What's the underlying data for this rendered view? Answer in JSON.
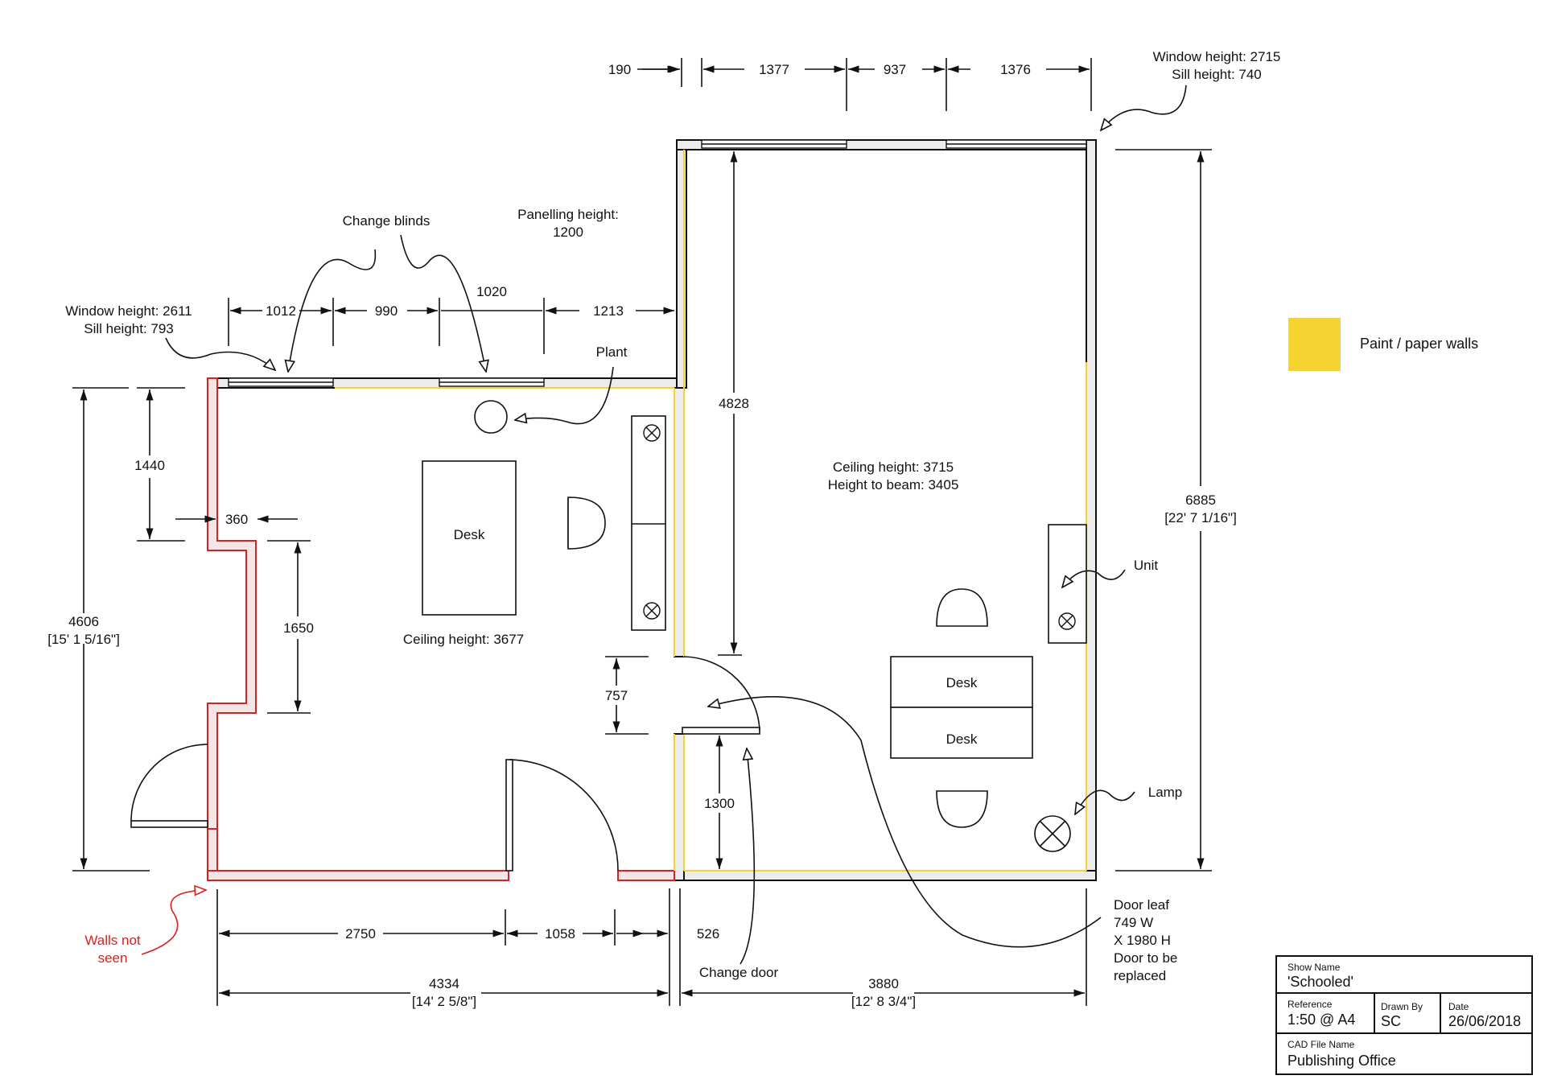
{
  "dims": {
    "w190": "190",
    "w1377": "1377",
    "w937": "937",
    "w1376": "1376",
    "w1012": "1012",
    "w990": "990",
    "w1020": "1020",
    "w1213": "1213",
    "h1440": "1440",
    "h360": "360",
    "h1650": "1650",
    "h4606": "4606",
    "h4606_imp": "[15' 1 5/16\"]",
    "h4828": "4828",
    "h757": "757",
    "h1300": "1300",
    "h6885": "6885",
    "h6885_imp": "[22' 7 1/16\"]",
    "w2750": "2750",
    "w1058": "1058",
    "w526": "526",
    "w4334": "4334",
    "w4334_imp": "[14' 2 5/8\"]",
    "w3880": "3880",
    "w3880_imp": "[12' 8 3/4\"]"
  },
  "notes": {
    "window_right_1": "Window height: 2715",
    "window_right_2": "Sill height: 740",
    "change_blinds": "Change blinds",
    "panelling_1": "Panelling height:",
    "panelling_2": "1200",
    "window_left_1": "Window height: 2611",
    "window_left_2": "Sill height: 793",
    "plant": "Plant",
    "desk": "Desk",
    "ceiling_left": "Ceiling height: 3677",
    "ceiling_right_1": "Ceiling height: 3715",
    "ceiling_right_2": "Height to beam: 3405",
    "unit": "Unit",
    "desk_a": "Desk",
    "desk_b": "Desk",
    "lamp": "Lamp",
    "walls_not_seen_1": "Walls not",
    "walls_not_seen_2": "seen",
    "change_door": "Change door",
    "door_leaf_1": "Door leaf",
    "door_leaf_2": "749 W",
    "door_leaf_3": "X 1980 H",
    "door_leaf_4": "Door to be",
    "door_leaf_5": "replaced"
  },
  "legend": {
    "label": "Paint / paper walls",
    "color": "#f5d431"
  },
  "title_block": {
    "show_name_label": "Show Name",
    "show_name_value": "'Schooled'",
    "reference_label": "Reference",
    "reference_value": "1:50 @ A4",
    "drawn_by_label": "Drawn By",
    "drawn_by_value": "SC",
    "date_label": "Date",
    "date_value": "26/06/2018",
    "cad_label": "CAD File Name",
    "cad_value": "Publishing Office"
  },
  "colors": {
    "wall_fill": "#ececec",
    "not_seen": "#e01e1e",
    "paint_walls": "#f5d431",
    "line": "#111111"
  }
}
